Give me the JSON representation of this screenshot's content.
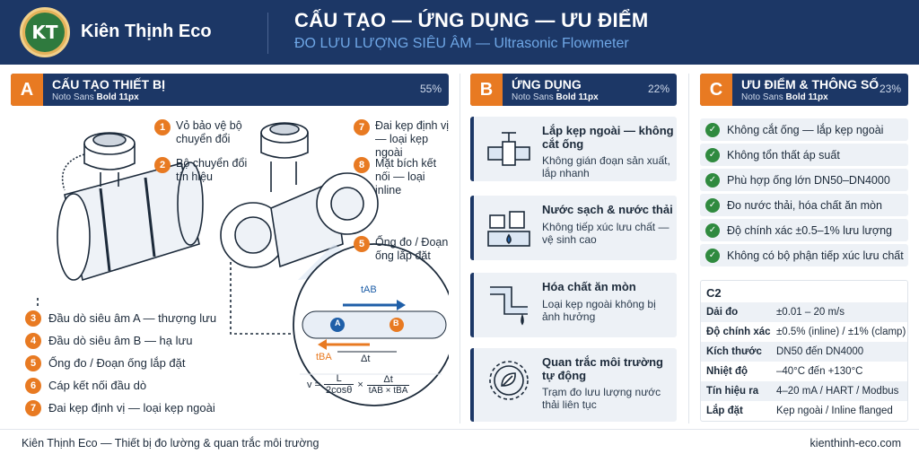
{
  "header": {
    "logo_text": "KT",
    "brand": "Kiên Thịnh Eco",
    "title": "CẤU TẠO — ỨNG DỤNG — ƯU ĐIỂM",
    "subtitle": "ĐO LƯU LƯỢNG SIÊU ÂM — Ultrasonic Flowmeter"
  },
  "panels": [
    {
      "tag": "A",
      "title": "CẤU TẠO THIẾT BỊ",
      "font_prefix": "Noto Sans ",
      "font_bold": "Bold 11px",
      "percent": "55%"
    },
    {
      "tag": "B",
      "title": "ỨNG DỤNG",
      "font_prefix": "Noto Sans ",
      "font_bold": "Bold 11px",
      "percent": "22%"
    },
    {
      "tag": "C",
      "title": "ƯU ĐIỂM & THÔNG SỐ",
      "font_prefix": "Noto Sans ",
      "font_bold": "Bold 11px",
      "percent": "23%"
    }
  ],
  "callouts": [
    {
      "n": "1",
      "text": "Vỏ bảo vệ bộ chuyển đổi"
    },
    {
      "n": "2",
      "text": "Bộ chuyển đổi tín hiệu"
    },
    {
      "n": "7",
      "text": "Đai kẹp định vị — loại kẹp ngoài"
    },
    {
      "n": "8",
      "text": "Mặt bích kết nối — loại inline"
    },
    {
      "n": "5",
      "text": "Ống đo / Đoạn ống lắp đặt"
    }
  ],
  "legend": [
    {
      "n": "3",
      "text": "Đầu dò siêu âm A — thượng lưu"
    },
    {
      "n": "4",
      "text": "Đầu dò siêu âm B — hạ lưu"
    },
    {
      "n": "5",
      "text": "Ống đo / Đoạn ống lắp đặt"
    },
    {
      "n": "6",
      "text": "Cáp kết nối đầu dò"
    },
    {
      "n": "7",
      "text": "Đai kẹp định vị — loại kẹp ngoài"
    }
  ],
  "inset": {
    "t_ab": "tAB",
    "t_ba": "tBA",
    "sensor_a": "A",
    "sensor_b": "B",
    "delta": "Δt",
    "v": "v =",
    "L": "L",
    "den1": "2cosθ",
    "times": "×",
    "dt": "Δt",
    "den2": "tAB × tBA"
  },
  "applications": [
    {
      "title": "Lắp kẹp ngoài — không cắt ống",
      "desc": "Không gián đoạn sản xuất, lắp nhanh"
    },
    {
      "title": "Nước sạch & nước thải",
      "desc": "Không tiếp xúc lưu chất — vệ sinh cao"
    },
    {
      "title": "Hóa chất ăn mòn",
      "desc": "Loại kẹp ngoài không bị ảnh hưởng"
    },
    {
      "title": "Quan trắc môi trường tự động",
      "desc": "Trạm đo lưu lượng nước thải liên tục"
    }
  ],
  "advantages": [
    "Không cắt ống — lắp kẹp ngoài",
    "Không tổn thất áp suất",
    "Phù hợp ống lớn DN50–DN4000",
    "Đo nước thải, hóa chất ăn mòn",
    "Độ chính xác ±0.5–1% lưu lượng",
    "Không có bộ phận tiếp xúc lưu chất"
  ],
  "spec": {
    "code": "C2",
    "rows": [
      {
        "k": "Dải đo",
        "v": "±0.01 – 20 m/s"
      },
      {
        "k": "Độ chính xác",
        "v": "±0.5% (inline) / ±1% (clamp)"
      },
      {
        "k": "Kích thước",
        "v": "DN50 đến DN4000"
      },
      {
        "k": "Nhiệt độ",
        "v": "–40°C đến +130°C"
      },
      {
        "k": "Tín hiệu ra",
        "v": "4–20 mA / HART / Modbus"
      },
      {
        "k": "Lắp đặt",
        "v": "Kẹp ngoài / Inline flanged"
      }
    ]
  },
  "footer": {
    "left": "Kiên Thịnh Eco — Thiết bị đo lường & quan trắc môi trường",
    "right": "kienthinh-eco.com"
  }
}
